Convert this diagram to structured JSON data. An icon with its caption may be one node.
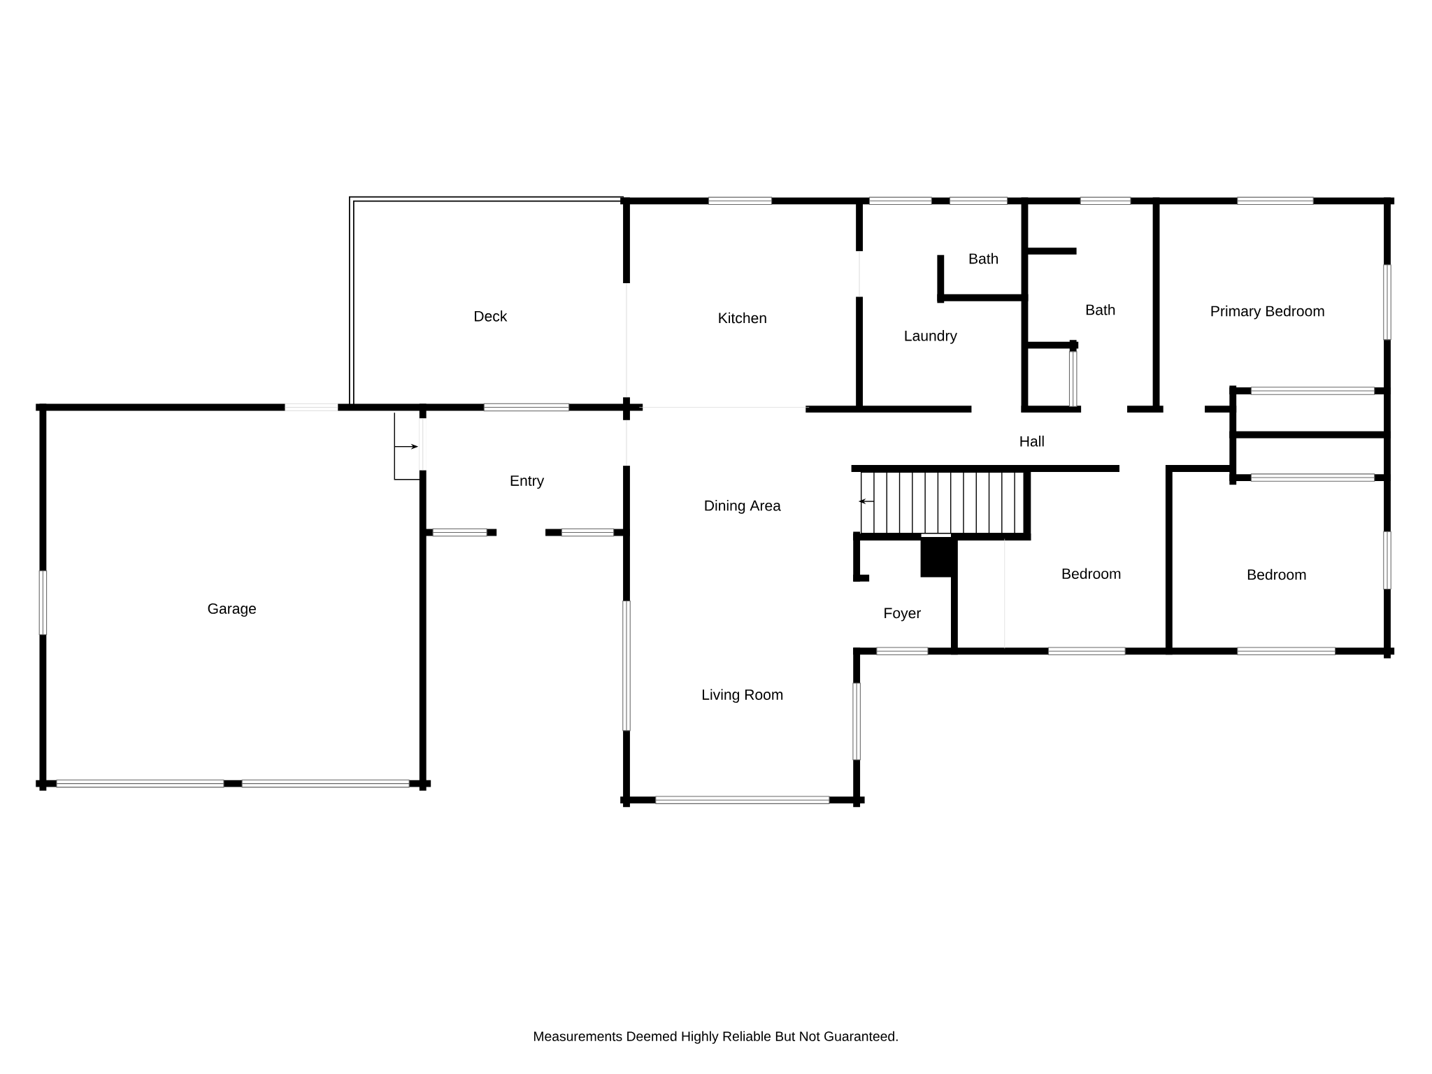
{
  "diagram": {
    "caption": "Measurements Deemed Highly Reliable But Not Guaranteed.",
    "labels": [
      "Deck",
      "Kitchen",
      "Bath",
      "Bath",
      "Primary Bedroom",
      "Laundry",
      "Hall",
      "Entry",
      "Dining Area",
      "Garage",
      "Bedroom",
      "Bedroom",
      "Foyer",
      "Living Room"
    ]
  }
}
